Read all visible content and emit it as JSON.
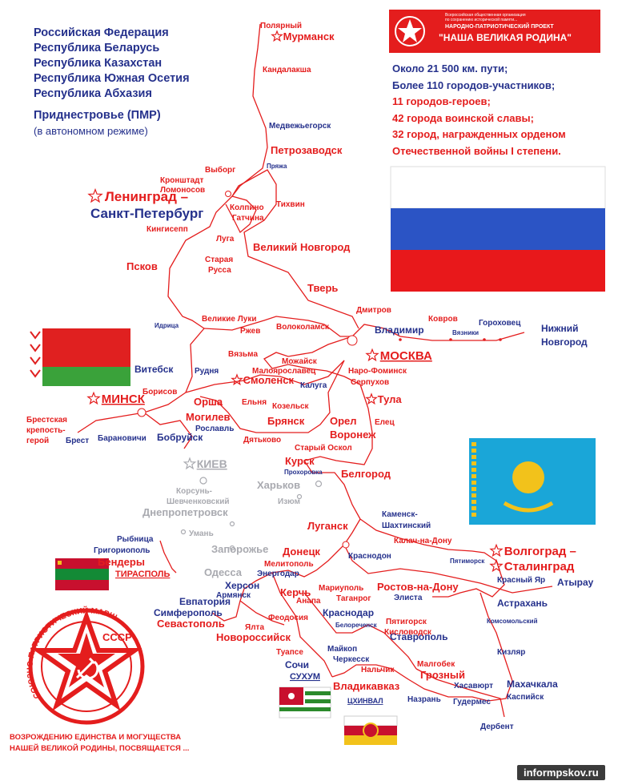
{
  "countries": {
    "lines": [
      "Российская Федерация",
      "Республика Беларусь",
      "Республика Казахстан",
      "Республика Южная Осетия",
      "Республика Абхазия",
      "Приднестровье (ПМР)"
    ],
    "note": "(в автономном режиме)"
  },
  "banner": {
    "small_text": "Всероссийская общественная организация\nпо сохранению исторической памяти...",
    "project_label": "НАРОДНО-ПАТРИОТИЧЕСКИЙ ПРОЕКТ",
    "project_name": "\"НАША ВЕЛИКАЯ РОДИНА\""
  },
  "stats": {
    "blue": [
      "Около 21 500 км. пути;",
      "Более 110 городов-участников;"
    ],
    "red": [
      "11 городов-героев;",
      "42 города воинской славы;",
      "32 город, награжденных орденом",
      "Отечественной войны I степени."
    ]
  },
  "emblem": {
    "ring_text": "СОЮЗНО-ПАТРИОТИЧЕСКИЙ МАРШ",
    "star_text": "СССР"
  },
  "footer": {
    "line1": "ВОЗРОЖДЕНИЮ ЕДИНСТВА И МОГУЩЕСТВА",
    "line2": "НАШЕЙ ВЕЛИКОЙ РОДИНЫ, ПОСВЯЩАЕТСЯ ..."
  },
  "watermark": "informpskov.ru",
  "colors": {
    "red": "#e41d1d",
    "blue": "#25318c",
    "grey": "#a9aab0"
  },
  "cities": [
    {
      "name": "Полярный",
      "style": "red-s"
    },
    {
      "name": "Мурманск",
      "style": "red-hero"
    },
    {
      "name": "Кандалакша",
      "style": "red-s"
    },
    {
      "name": "Медвежьегорск",
      "style": "blue-s"
    },
    {
      "name": "Петрозаводск",
      "style": "red"
    },
    {
      "name": "Пряжа",
      "style": "blue-xs"
    },
    {
      "name": "Выборг",
      "style": "red-s"
    },
    {
      "name": "Кронштадт",
      "style": "red-s"
    },
    {
      "name": "Ломоносов",
      "style": "red-s"
    },
    {
      "name": "Ленинград –",
      "style": "red-big"
    },
    {
      "name": "Санкт-Петербург",
      "style": "blue-big"
    },
    {
      "name": "Колпино",
      "style": "red-s"
    },
    {
      "name": "Гатчина",
      "style": "red-s"
    },
    {
      "name": "Тихвин",
      "style": "red-s"
    },
    {
      "name": "Кингисепп",
      "style": "red-s"
    },
    {
      "name": "Луга",
      "style": "red-s"
    },
    {
      "name": "Великий Новгород",
      "style": "red"
    },
    {
      "name": "Старая",
      "style": "red-s"
    },
    {
      "name": "Русса",
      "style": "red-s"
    },
    {
      "name": "Псков",
      "style": "red"
    },
    {
      "name": "Тверь",
      "style": "red"
    },
    {
      "name": "Дмитров",
      "style": "red-s"
    },
    {
      "name": "Ковров",
      "style": "red-s"
    },
    {
      "name": "Владимир",
      "style": "blue"
    },
    {
      "name": "Вязники",
      "style": "blue-xs"
    },
    {
      "name": "Гороховец",
      "style": "blue-s"
    },
    {
      "name": "Нижний",
      "style": "blue"
    },
    {
      "name": "Новгород",
      "style": "blue"
    },
    {
      "name": "Идрица",
      "style": "blue-xs"
    },
    {
      "name": "Великие Луки",
      "style": "red-s"
    },
    {
      "name": "Ржев",
      "style": "red-s"
    },
    {
      "name": "Волоколамск",
      "style": "red-s"
    },
    {
      "name": "Вязьма",
      "style": "red-s"
    },
    {
      "name": "Можайск",
      "style": "red-s"
    },
    {
      "name": "МОСКВА",
      "style": "red-cap"
    },
    {
      "name": "Малоярославец",
      "style": "red-s"
    },
    {
      "name": "Наро-Фоминск",
      "style": "red-s"
    },
    {
      "name": "Серпухов",
      "style": "red-s"
    },
    {
      "name": "Витебск",
      "style": "blue"
    },
    {
      "name": "Рудня",
      "style": "blue-s"
    },
    {
      "name": "Смоленск",
      "style": "red-hero"
    },
    {
      "name": "Калуга",
      "style": "blue-s"
    },
    {
      "name": "Ельня",
      "style": "red-s"
    },
    {
      "name": "Козельск",
      "style": "red-s"
    },
    {
      "name": "Тула",
      "style": "red-hero"
    },
    {
      "name": "Борисов",
      "style": "red-s"
    },
    {
      "name": "МИНСК",
      "style": "red-cap"
    },
    {
      "name": "Орша",
      "style": "red"
    },
    {
      "name": "Могилев",
      "style": "red"
    },
    {
      "name": "Рославль",
      "style": "blue-s"
    },
    {
      "name": "Брянск",
      "style": "red"
    },
    {
      "name": "Орел",
      "style": "red"
    },
    {
      "name": "Воронеж",
      "style": "red"
    },
    {
      "name": "Елец",
      "style": "red-s"
    },
    {
      "name": "Брестская",
      "style": "red-s"
    },
    {
      "name": "крепость-",
      "style": "red-s"
    },
    {
      "name": "герой",
      "style": "red-s"
    },
    {
      "name": "Брест",
      "style": "blue-s"
    },
    {
      "name": "Барановичи",
      "style": "blue-s"
    },
    {
      "name": "Бобруйск",
      "style": "blue"
    },
    {
      "name": "Дятьково",
      "style": "red-s"
    },
    {
      "name": "Старый Оскол",
      "style": "red-s"
    },
    {
      "name": "Курск",
      "style": "red"
    },
    {
      "name": "Прохоровка",
      "style": "blue-xs"
    },
    {
      "name": "Белгород",
      "style": "red"
    },
    {
      "name": "КИЕВ",
      "style": "grey-cap"
    },
    {
      "name": "Корсунь-",
      "style": "grey-s"
    },
    {
      "name": "Шевченковский",
      "style": "grey-s"
    },
    {
      "name": "Харьков",
      "style": "grey"
    },
    {
      "name": "Изюм",
      "style": "grey-s"
    },
    {
      "name": "Днепропетровск",
      "style": "grey"
    },
    {
      "name": "Умань",
      "style": "grey-s"
    },
    {
      "name": "Каменск-",
      "style": "blue-s"
    },
    {
      "name": "Шахтинский",
      "style": "blue-s"
    },
    {
      "name": "Луганск",
      "style": "red"
    },
    {
      "name": "Рыбница",
      "style": "blue-s"
    },
    {
      "name": "Григориополь",
      "style": "blue-s"
    },
    {
      "name": "Бендеры",
      "style": "red"
    },
    {
      "name": "ТИРАСПОЛЬ",
      "style": "red-ul"
    },
    {
      "name": "Запорожье",
      "style": "grey"
    },
    {
      "name": "Донецк",
      "style": "red"
    },
    {
      "name": "Краснодон",
      "style": "blue-s"
    },
    {
      "name": "Калач-на-Дону",
      "style": "red-s"
    },
    {
      "name": "Волгоград –",
      "style": "red-big2"
    },
    {
      "name": "Сталинград",
      "style": "red-big2"
    },
    {
      "name": "Одесса",
      "style": "grey"
    },
    {
      "name": "Мелитополь",
      "style": "red-s"
    },
    {
      "name": "Пятиморск",
      "style": "blue-xs"
    },
    {
      "name": "Херсон",
      "style": "blue"
    },
    {
      "name": "Энергодар",
      "style": "blue-s"
    },
    {
      "name": "Армянск",
      "style": "blue-s"
    },
    {
      "name": "Мариуполь",
      "style": "red-s"
    },
    {
      "name": "Ростов-на-Дону",
      "style": "red"
    },
    {
      "name": "Красный Яр",
      "style": "blue-s"
    },
    {
      "name": "Атырау",
      "style": "blue"
    },
    {
      "name": "Евпатория",
      "style": "blue"
    },
    {
      "name": "Керчь",
      "style": "red"
    },
    {
      "name": "Анапа",
      "style": "red-s"
    },
    {
      "name": "Таганрог",
      "style": "red-s"
    },
    {
      "name": "Элиста",
      "style": "blue-s"
    },
    {
      "name": "Астрахань",
      "style": "blue"
    },
    {
      "name": "Симферополь",
      "style": "blue"
    },
    {
      "name": "Феодосия",
      "style": "red-s"
    },
    {
      "name": "Севастополь",
      "style": "red"
    },
    {
      "name": "Ялта",
      "style": "red-s"
    },
    {
      "name": "Краснодар",
      "style": "blue"
    },
    {
      "name": "Белореченск",
      "style": "blue-xs"
    },
    {
      "name": "Комсомольский",
      "style": "blue-xs"
    },
    {
      "name": "Новороссийск",
      "style": "red"
    },
    {
      "name": "Майкоп",
      "style": "blue-s"
    },
    {
      "name": "Ставрополь",
      "style": "blue"
    },
    {
      "name": "Пятигорск",
      "style": "red-s"
    },
    {
      "name": "Кисловодск",
      "style": "red-s"
    },
    {
      "name": "Туапсе",
      "style": "red-s"
    },
    {
      "name": "Черкесск",
      "style": "blue-s"
    },
    {
      "name": "Кизляр",
      "style": "blue-s"
    },
    {
      "name": "Сочи",
      "style": "blue"
    },
    {
      "name": "Нальчик",
      "style": "red-s"
    },
    {
      "name": "Малгобек",
      "style": "red-s"
    },
    {
      "name": "СУХУМ",
      "style": "blue-ul"
    },
    {
      "name": "Грозный",
      "style": "red"
    },
    {
      "name": "Владикавказ",
      "style": "red"
    },
    {
      "name": "Хасавюрт",
      "style": "blue-s"
    },
    {
      "name": "Махачкала",
      "style": "blue"
    },
    {
      "name": "Назрань",
      "style": "blue-s"
    },
    {
      "name": "Гудермес",
      "style": "blue-s"
    },
    {
      "name": "Каспийск",
      "style": "blue-s"
    },
    {
      "name": "ЦХИНВАЛ",
      "style": "blue-ul-s"
    },
    {
      "name": "Дербент",
      "style": "blue-s"
    }
  ]
}
